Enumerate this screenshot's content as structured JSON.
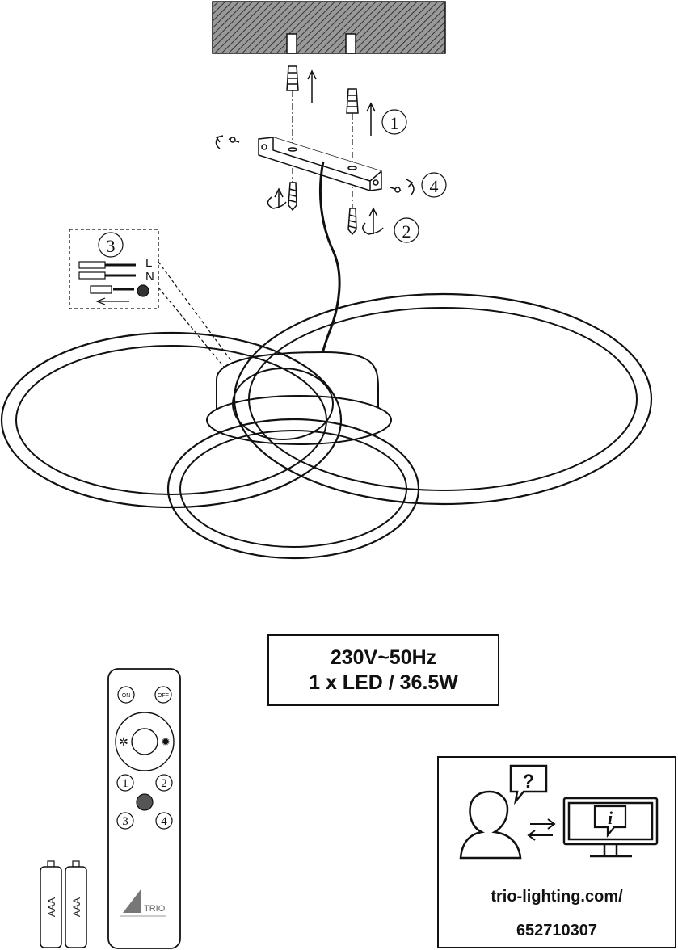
{
  "callouts": {
    "step1": "1",
    "step2": "2",
    "step3": "3",
    "step4": "4",
    "wire_l": "L",
    "wire_n": "N"
  },
  "specs": {
    "voltage": "230V~50Hz",
    "led": "1 x LED / 36.5W"
  },
  "remote": {
    "on_label": "ON",
    "off_label": "OFF",
    "preset1": "1",
    "preset2": "2",
    "preset3": "3",
    "preset4": "4",
    "brand": "TRIO"
  },
  "batteries": {
    "battery1": "AAA",
    "battery2": "AAA"
  },
  "support": {
    "question_mark": "?",
    "info_mark": "i",
    "url": "trio-lighting.com/",
    "code": "652710307"
  },
  "colors": {
    "line": "#111111",
    "hatch": "#444444",
    "background": "#ffffff"
  }
}
